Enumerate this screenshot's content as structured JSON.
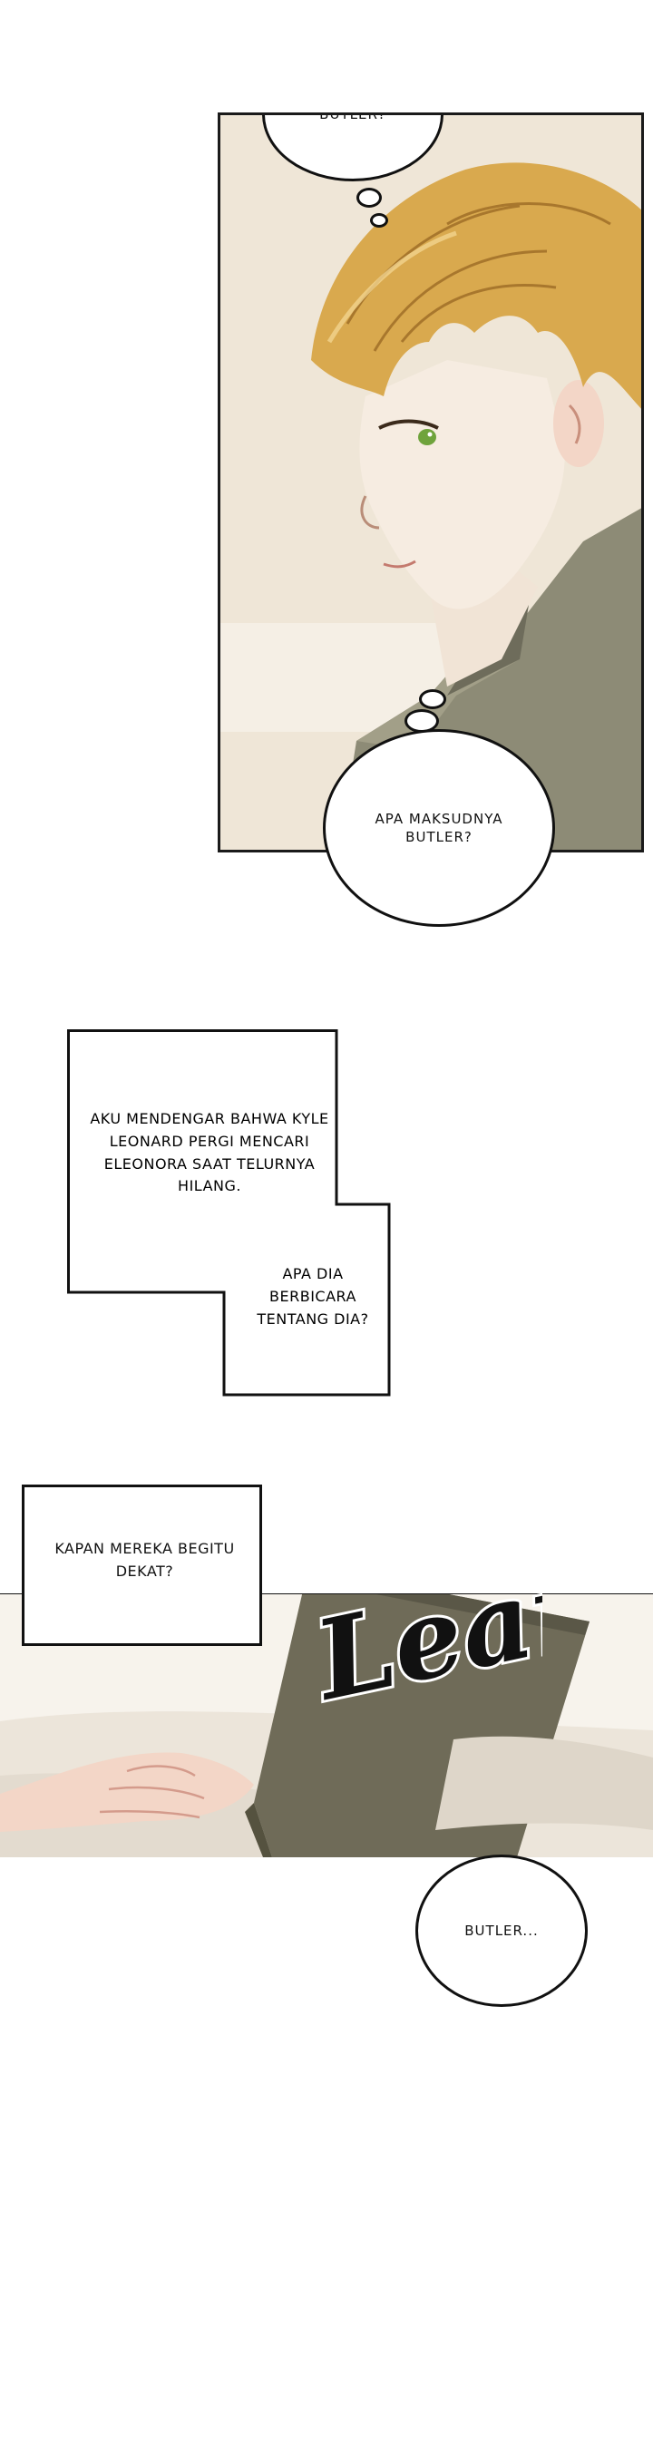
{
  "panel1": {
    "thought_bubble_text": "BUTLER?",
    "speech_bubble_text": "APA MAKSUDNYA BUTLER?"
  },
  "narration": {
    "box1_text": "AKU MENDENGAR BAHWA KYLE LEONARD PERGI MENCARI ELEONORA SAAT TELURNYA HILANG.",
    "box2_text": "APA DIA BERBICARA TENTANG DIA?"
  },
  "panel3": {
    "narration_text": "KAPAN MEREKA BEGITU DEKAT?",
    "sfx_text": "Lean...",
    "speech_bubble_text": "BUTLER..."
  },
  "colors": {
    "hair": "#d9a94e",
    "eye": "#6fa33c",
    "coat": "#8d8b76",
    "book": "#6f6b58",
    "skin": "#f3d6c7"
  }
}
